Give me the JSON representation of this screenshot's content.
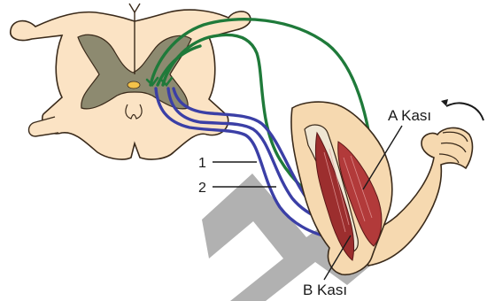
{
  "diagram": {
    "labels": {
      "pathway_1": "1",
      "pathway_2": "2",
      "muscle_a": "A Kası",
      "muscle_b": "B Kası"
    },
    "colors": {
      "green_nerve": "#1f7a3a",
      "blue_nerve": "#3b3fa6",
      "cord_white_matter": "#fbe3c4",
      "cord_gray_matter": "#8d8a70",
      "muscle": "#b23a3a",
      "skin": "#f6d9b0",
      "skin_outline": "#3a2a1a",
      "watermark": "#a9a9a9"
    },
    "icons": {
      "rotation_arrow": "curved-arrow-icon"
    }
  }
}
